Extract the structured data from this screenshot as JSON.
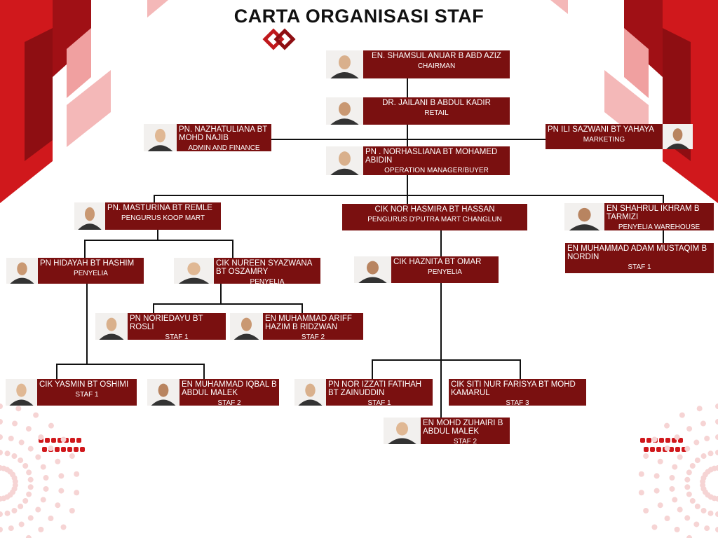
{
  "title": "CARTA ORGANISASI STAF",
  "colors": {
    "box": "#7a1010",
    "accent": "#d0181c",
    "line": "#111111"
  },
  "staff": [
    {
      "name": "EN. SHAMSUL ANUAR B ABD AZIZ",
      "role": "CHAIRMAN"
    },
    {
      "name": "DR. JAILANI B ABDUL KADIR",
      "role": "RETAIL"
    },
    {
      "name": "PN. NAZHATULIANA BT MOHD NAJIB",
      "role": "ADMIN AND FINANCE"
    },
    {
      "name": "PN ILI SAZWANI BT YAHAYA",
      "role": "MARKETING"
    },
    {
      "name": "PN . NORHASLIANA BT MOHAMED ABIDIN",
      "role": "OPERATION MANAGER/BUYER"
    },
    {
      "name": "PN. MASTURINA BT REMLE",
      "role": "PENGURUS KOOP MART"
    },
    {
      "name": "CIK NOR HASMIRA BT HASSAN",
      "role": "PENGURUS D'PUTRA MART CHANGLUN"
    },
    {
      "name": "EN SHAHRUL IKHRAM B TARMIZI",
      "role": "PENYELIA WAREHOUSE"
    },
    {
      "name": "EN MUHAMMAD ADAM MUSTAQIM B NORDIN",
      "role": "STAF 1"
    },
    {
      "name": "PN HIDAYAH BT HASHIM",
      "role": "PENYELIA"
    },
    {
      "name": "CIK NUREEN SYAZWANA BT OSZAMRY",
      "role": "PENYELIA"
    },
    {
      "name": "CIK HAZNITA BT OMAR",
      "role": "PENYELIA"
    },
    {
      "name": "PN NORIEDAYU BT ROSLI",
      "role": "STAF 1"
    },
    {
      "name": "EN MUHAMMAD ARIFF HAZIM B RIDZWAN",
      "role": "STAF 2"
    },
    {
      "name": "CIK YASMIN BT OSHIMI",
      "role": "STAF 1"
    },
    {
      "name": "EN MUHAMMAD IQBAL B ABDUL MALEK",
      "role": "STAF 2"
    },
    {
      "name": "PN NOR IZZATI FATIHAH BT ZAINUDDIN",
      "role": "STAF 1"
    },
    {
      "name": "CIK SITI NUR FARISYA BT MOHD KAMARUL",
      "role": "STAF 3"
    },
    {
      "name": "EN MOHD ZUHAIRI B ABDUL MALEK",
      "role": "STAF 2"
    }
  ]
}
